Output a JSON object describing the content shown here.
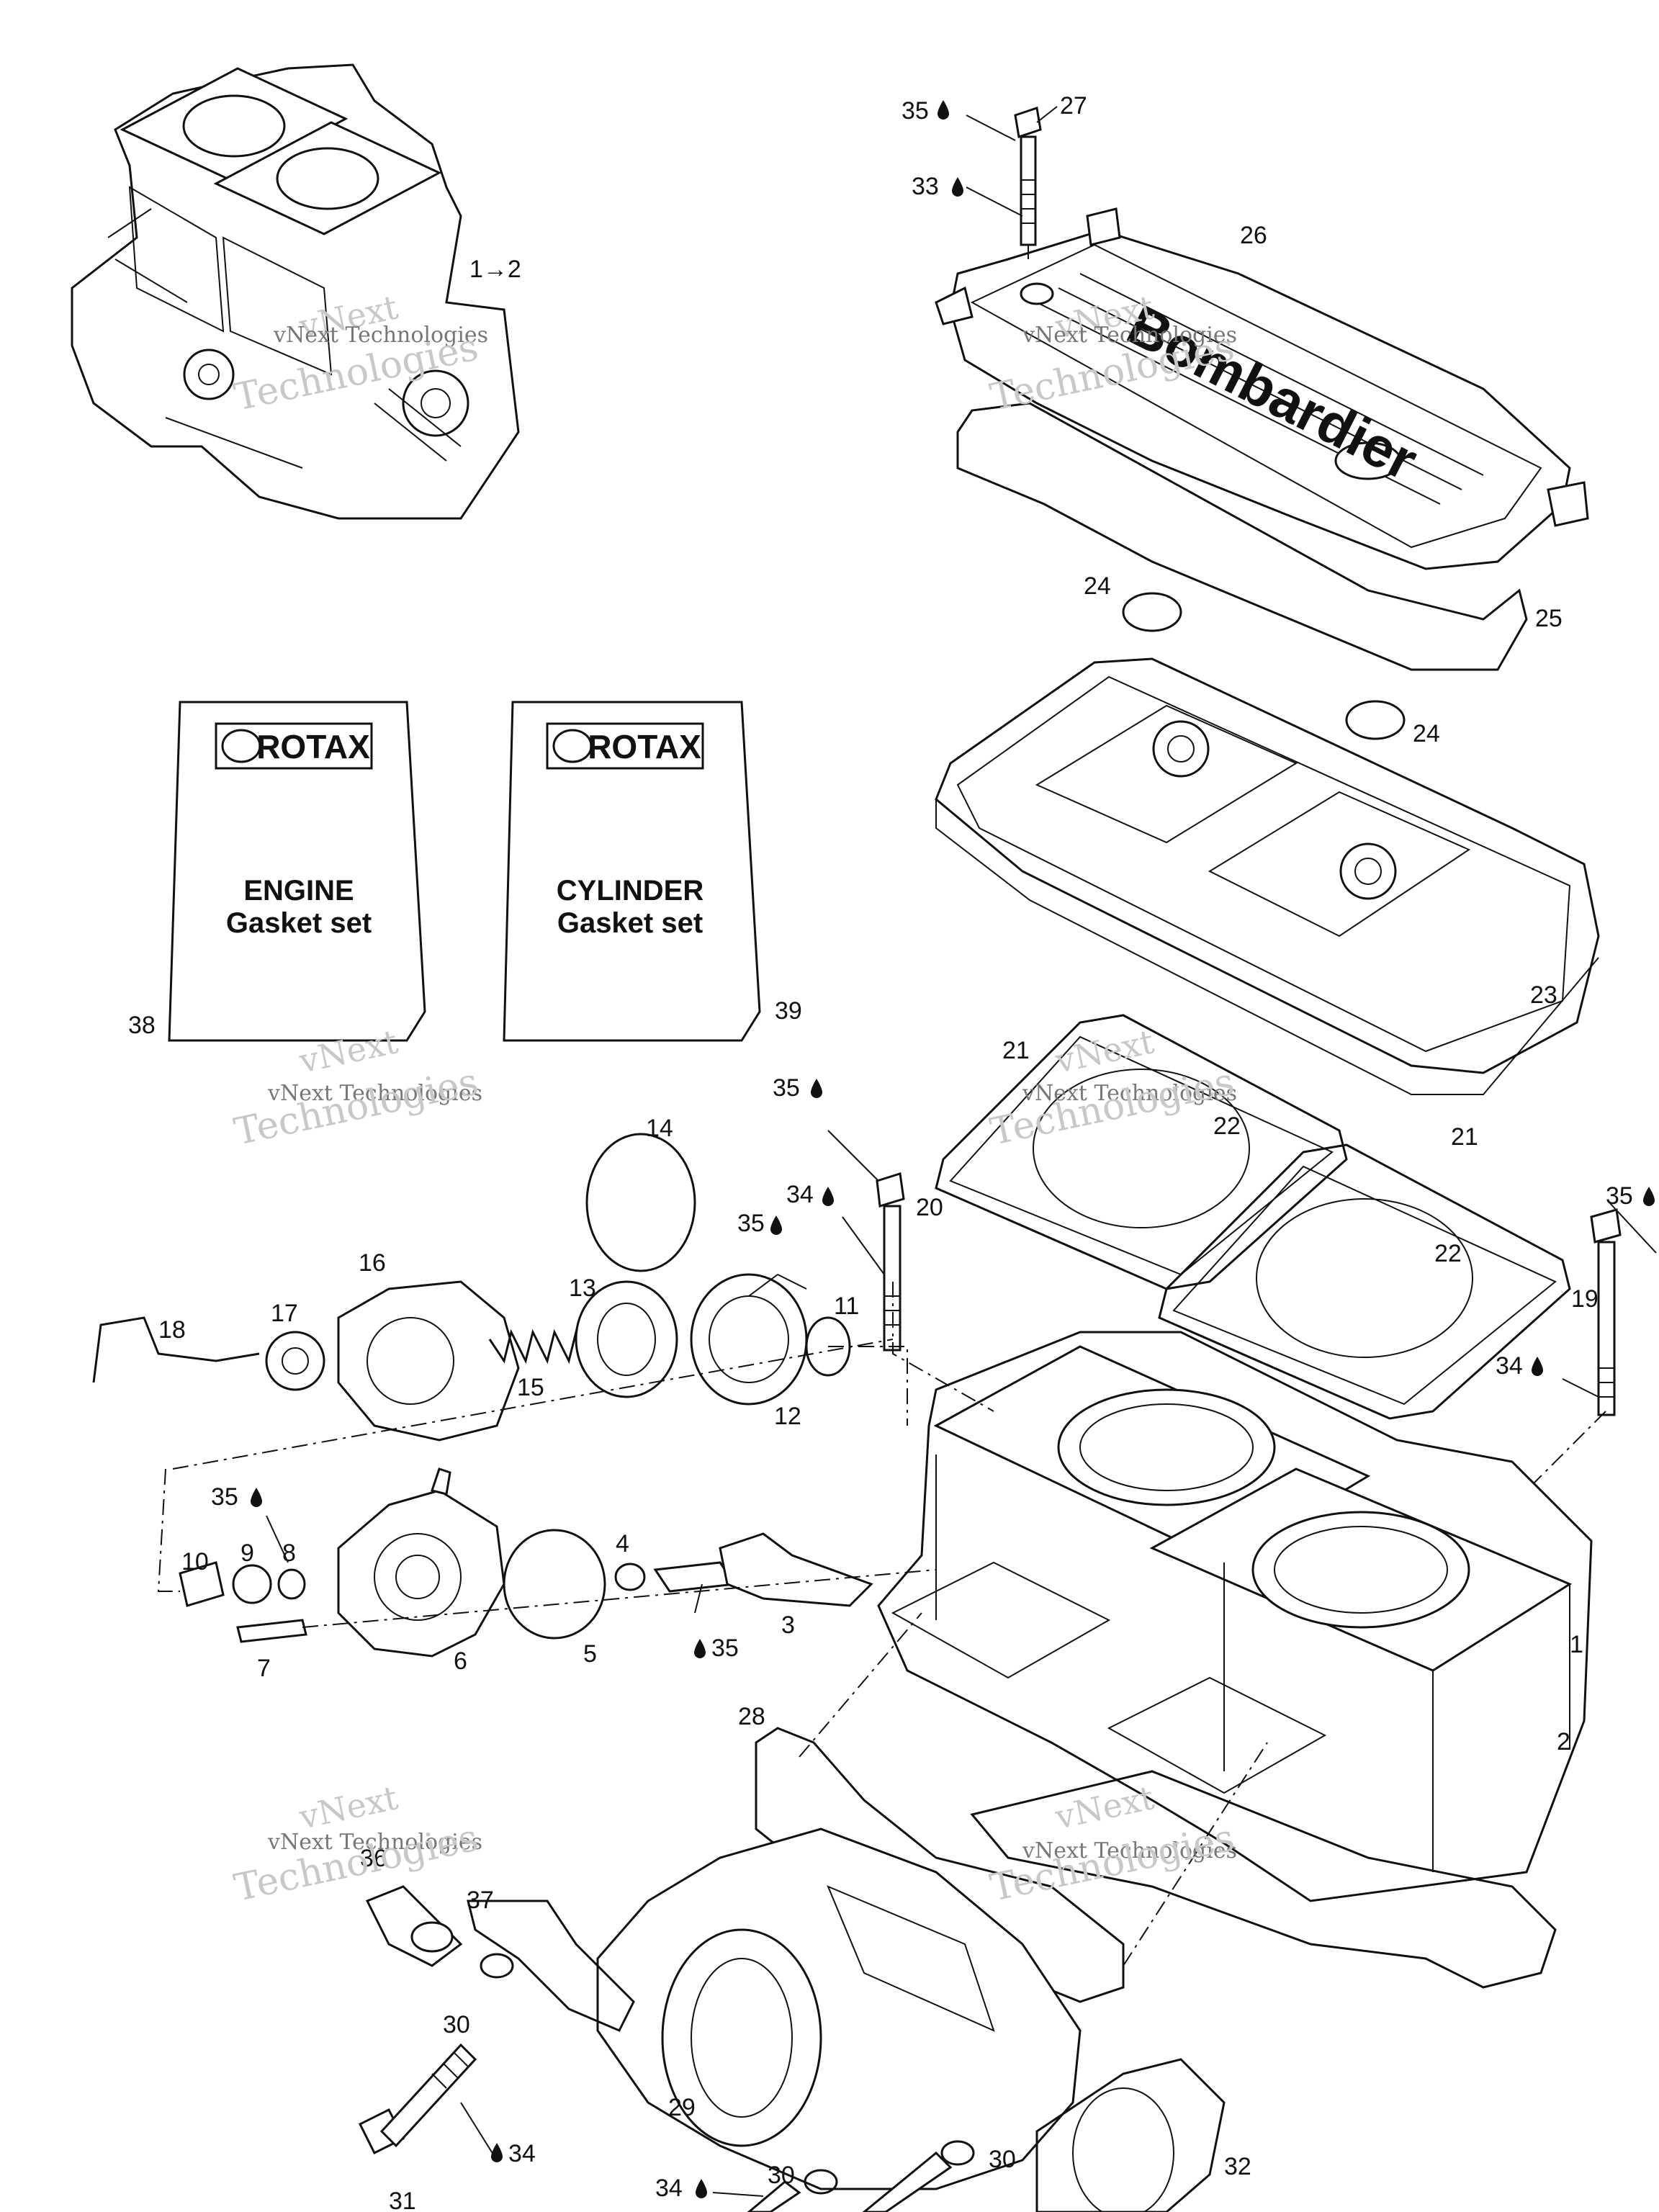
{
  "labels": {
    "l1": "1",
    "l1to2": "1→2",
    "l2": "2",
    "l3": "3",
    "l4": "4",
    "l5": "5",
    "l6": "6",
    "l7": "7",
    "l8": "8",
    "l9": "9",
    "l10": "10",
    "l11": "11",
    "l12": "12",
    "l13": "13",
    "l14": "14",
    "l15": "15",
    "l16": "16",
    "l17": "17",
    "l18": "18",
    "l19": "19",
    "l20": "20",
    "l21a": "21",
    "l21b": "21",
    "l22a": "22",
    "l22b": "22",
    "l23": "23",
    "l24a": "24",
    "l24b": "24",
    "l25": "25",
    "l26": "26",
    "l27": "27",
    "l28": "28",
    "l29": "29",
    "l30a": "30",
    "l30b": "30",
    "l30c": "30",
    "l31": "31",
    "l32": "32",
    "l33": "33",
    "l34a": "34",
    "l34b": "34",
    "l34c": "34",
    "l34d": "34",
    "l35a": "35",
    "l35b": "35",
    "l35c": "35",
    "l35d": "35",
    "l35e": "35",
    "l35f": "35",
    "l36": "36",
    "l37": "37",
    "l38": "38",
    "l39": "39"
  },
  "kits": {
    "engine": {
      "brand": "ROTAX",
      "line1": "ENGINE",
      "line2": "Gasket set"
    },
    "cylinder": {
      "brand": "ROTAX",
      "line1": "CYLINDER",
      "line2": "Gasket set"
    }
  },
  "head_cover_lettering": "Bombardier",
  "watermark": {
    "line1": "vNext",
    "line2": "vNext Technologies",
    "line3": "Technologies"
  },
  "colors": {
    "ink": "#111111",
    "watermark": "#c8c8c8",
    "background": "#ffffff"
  },
  "icons": {
    "lubricant": "drop-icon",
    "arrow": "arrow-right-icon"
  }
}
